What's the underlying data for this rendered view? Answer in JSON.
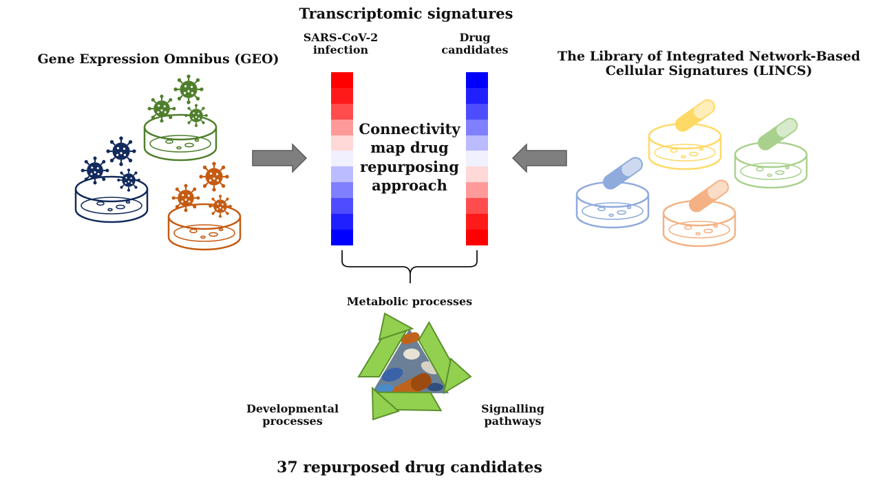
{
  "title": "Transcriptomic signatures",
  "geo_label": "Gene Expression Omnibus (GEO)",
  "lincs_label": "The Library of Integrated Network-Based Cellular Signatures (LINCS)",
  "sars_label": "SARS-CoV-2 infection",
  "drug_label": "Drug candidates",
  "cmap_label": "Connectivity map drug repurposing approach",
  "metabolic_label": "Metabolic processes",
  "developmental_label": "Developmental processes",
  "signalling_label": "Signalling pathways",
  "count_label": "37 repurposed drug candidates",
  "heatmap_left": [
    "#ff0000",
    "#ff1a1a",
    "#ff4d4d",
    "#ff9a9a",
    "#ffd8d8",
    "#f0f0ff",
    "#bbbbff",
    "#8080ff",
    "#4d4dff",
    "#2020ff",
    "#0000ff"
  ],
  "heatmap_right": [
    "#0000ff",
    "#2020ff",
    "#4d4dff",
    "#8080ff",
    "#bbbbff",
    "#f0f0ff",
    "#ffd8d8",
    "#ff9a9a",
    "#ff4d4d",
    "#ff1a1a",
    "#ff0000"
  ],
  "colors": {
    "virus_green": "#4f7f2d",
    "virus_navy": "#122a5c",
    "virus_orange": "#c55a11",
    "pill_yellow": "#ffd966",
    "pill_green": "#a9d18e",
    "pill_blue": "#8faadc",
    "pill_orange": "#f4b183",
    "recycle_green": "#92d050",
    "arrow_gray": "#7f7f7f"
  }
}
